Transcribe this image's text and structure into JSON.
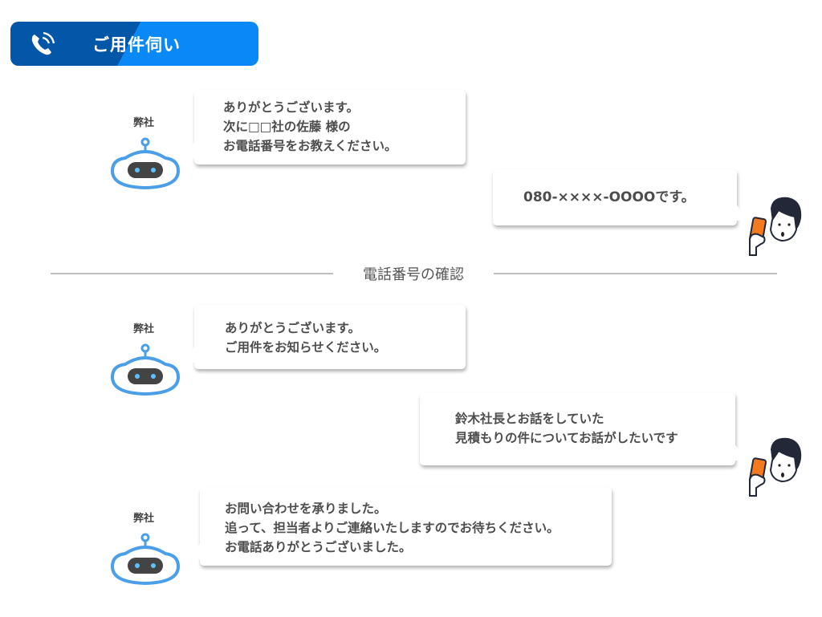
{
  "header": {
    "title": "ご用件伺い",
    "icon": "phone-ringing-icon"
  },
  "colors": {
    "header_dark": "#0457a8",
    "header_light": "#0a88f6",
    "robot_blue": "#4a9fe8",
    "phone_orange": "#f47a20"
  },
  "divider": {
    "label": "電話番号の確認"
  },
  "messages": [
    {
      "sender": "bot",
      "label": "弊社",
      "text": "ありがとうございます。\n次に□□社の佐藤 様の\nお電話番号をお教えください。"
    },
    {
      "sender": "user",
      "text": "080-××××-OOOOです。"
    },
    {
      "sender": "bot",
      "label": "弊社",
      "text": "ありがとうございます。\nご用件をお知らせください。"
    },
    {
      "sender": "user",
      "text": "鈴木社長とお話をしていた\n見積もりの件についてお話がしたいです"
    },
    {
      "sender": "bot",
      "label": "弊社",
      "text": "お問い合わせを承りました。\n追って、担当者よりご連絡いたしますのでお待ちください。\nお電話ありがとうございました。"
    }
  ]
}
